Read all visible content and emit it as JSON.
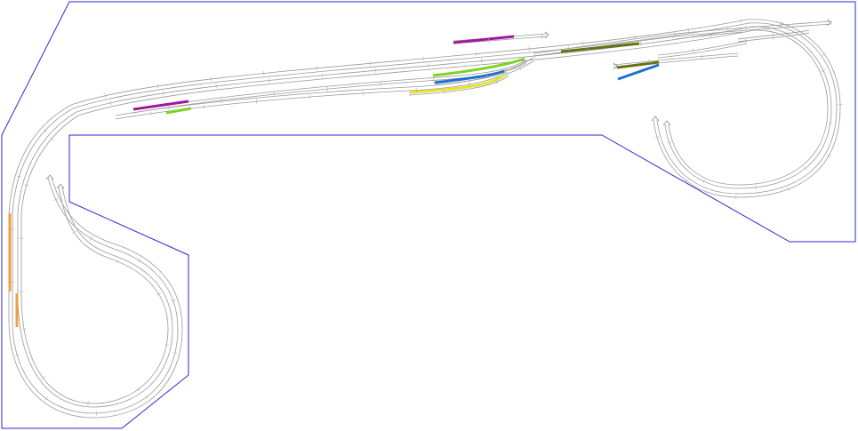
{
  "colors": {
    "board_outline": "#2a2ad6",
    "rail": "#9a9a9a",
    "background": "#ffffff"
  },
  "block_sections": [
    {
      "id": "magenta-top",
      "color": "#a3169f"
    },
    {
      "id": "magenta-left",
      "color": "#a3169f"
    },
    {
      "id": "green-left",
      "color": "#7ed321"
    },
    {
      "id": "green-mid",
      "color": "#7ed321"
    },
    {
      "id": "blue-mid",
      "color": "#1a6fd1"
    },
    {
      "id": "yellow-mid",
      "color": "#e8e22a"
    },
    {
      "id": "olive-top",
      "color": "#6b7012"
    },
    {
      "id": "olive-right",
      "color": "#6b7012"
    },
    {
      "id": "blue-right",
      "color": "#1a6fd1"
    },
    {
      "id": "orange-left-1",
      "color": "#f0a040"
    },
    {
      "id": "orange-left-2",
      "color": "#f0a040"
    }
  ]
}
